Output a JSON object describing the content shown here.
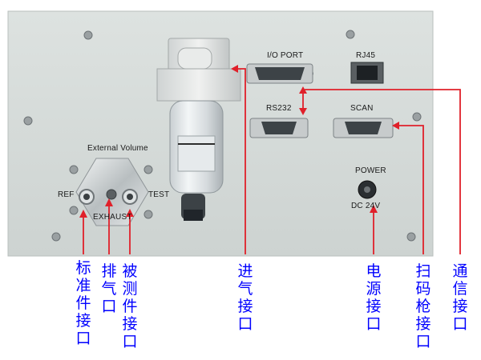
{
  "panel": {
    "ext_volume": "External Volume",
    "ref": "REF",
    "test": "TEST",
    "exhaust": "EXHAUST",
    "io_port": "I/O PORT",
    "rj45": "RJ45",
    "rs232": "RS232",
    "scan": "SCAN",
    "power": "POWER",
    "dc": "DC 24V"
  },
  "callouts": {
    "ref_port": "标准件接口",
    "exhaust_port": "排气口",
    "test_port": "被测件接口",
    "air_inlet": "进气接口",
    "power_port": "电源接口",
    "scanner_port": "扫码枪接口",
    "comm_port": "通信接口"
  },
  "colors": {
    "callout_line": "#e0202a",
    "callout_text": "#0000ff",
    "panel": "#d6dcda"
  }
}
